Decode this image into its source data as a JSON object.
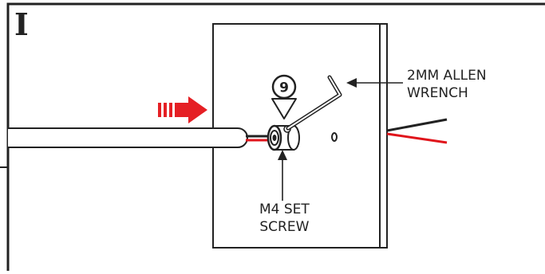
{
  "step": {
    "letter": "I",
    "number": "9"
  },
  "callouts": {
    "wrench": {
      "line1": "2MM ALLEN",
      "line2": "WRENCH"
    },
    "screw": {
      "line1": "M4 SET",
      "line2": "SCREW"
    }
  },
  "colors": {
    "outline": "#222222",
    "wire_red": "#e0141b",
    "arrow_red": "#e51f24",
    "background": "#ffffff"
  },
  "icons": {
    "push_arrow": "striped-right-arrow",
    "step_marker": "circled-number-with-down-triangle"
  }
}
